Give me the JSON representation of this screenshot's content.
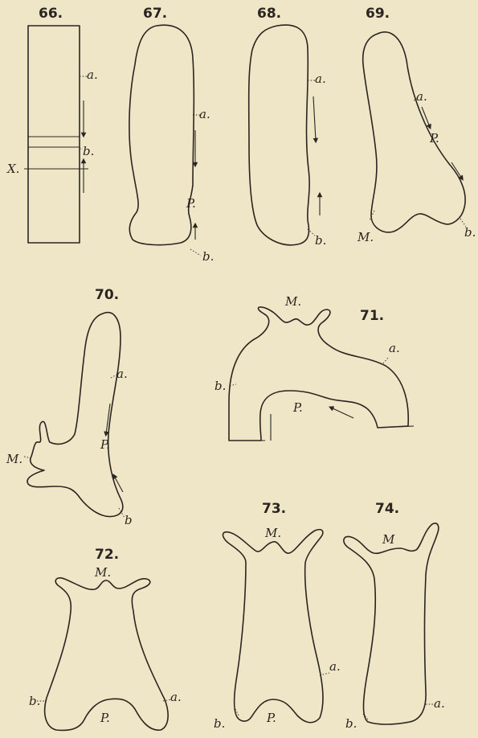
{
  "figures": [
    {
      "number": "66.",
      "labels": [
        "a.",
        "b.",
        "X."
      ]
    },
    {
      "number": "67.",
      "labels": [
        "a.",
        "P.",
        "b."
      ]
    },
    {
      "number": "68.",
      "labels": [
        "a.",
        "b."
      ]
    },
    {
      "number": "69.",
      "labels": [
        "a.",
        "P.",
        "M.",
        "b."
      ]
    },
    {
      "number": "70.",
      "labels": [
        "a.",
        "P.",
        "M.",
        "b"
      ]
    },
    {
      "number": "71.",
      "labels": [
        "M.",
        "a.",
        "b.",
        "P."
      ]
    },
    {
      "number": "72.",
      "labels": [
        "M.",
        "b.",
        "a.",
        "P."
      ]
    },
    {
      "number": "73.",
      "labels": [
        "M.",
        "a.",
        "b.",
        "P."
      ]
    },
    {
      "number": "74.",
      "labels": [
        "M",
        "a.",
        "b."
      ]
    }
  ]
}
